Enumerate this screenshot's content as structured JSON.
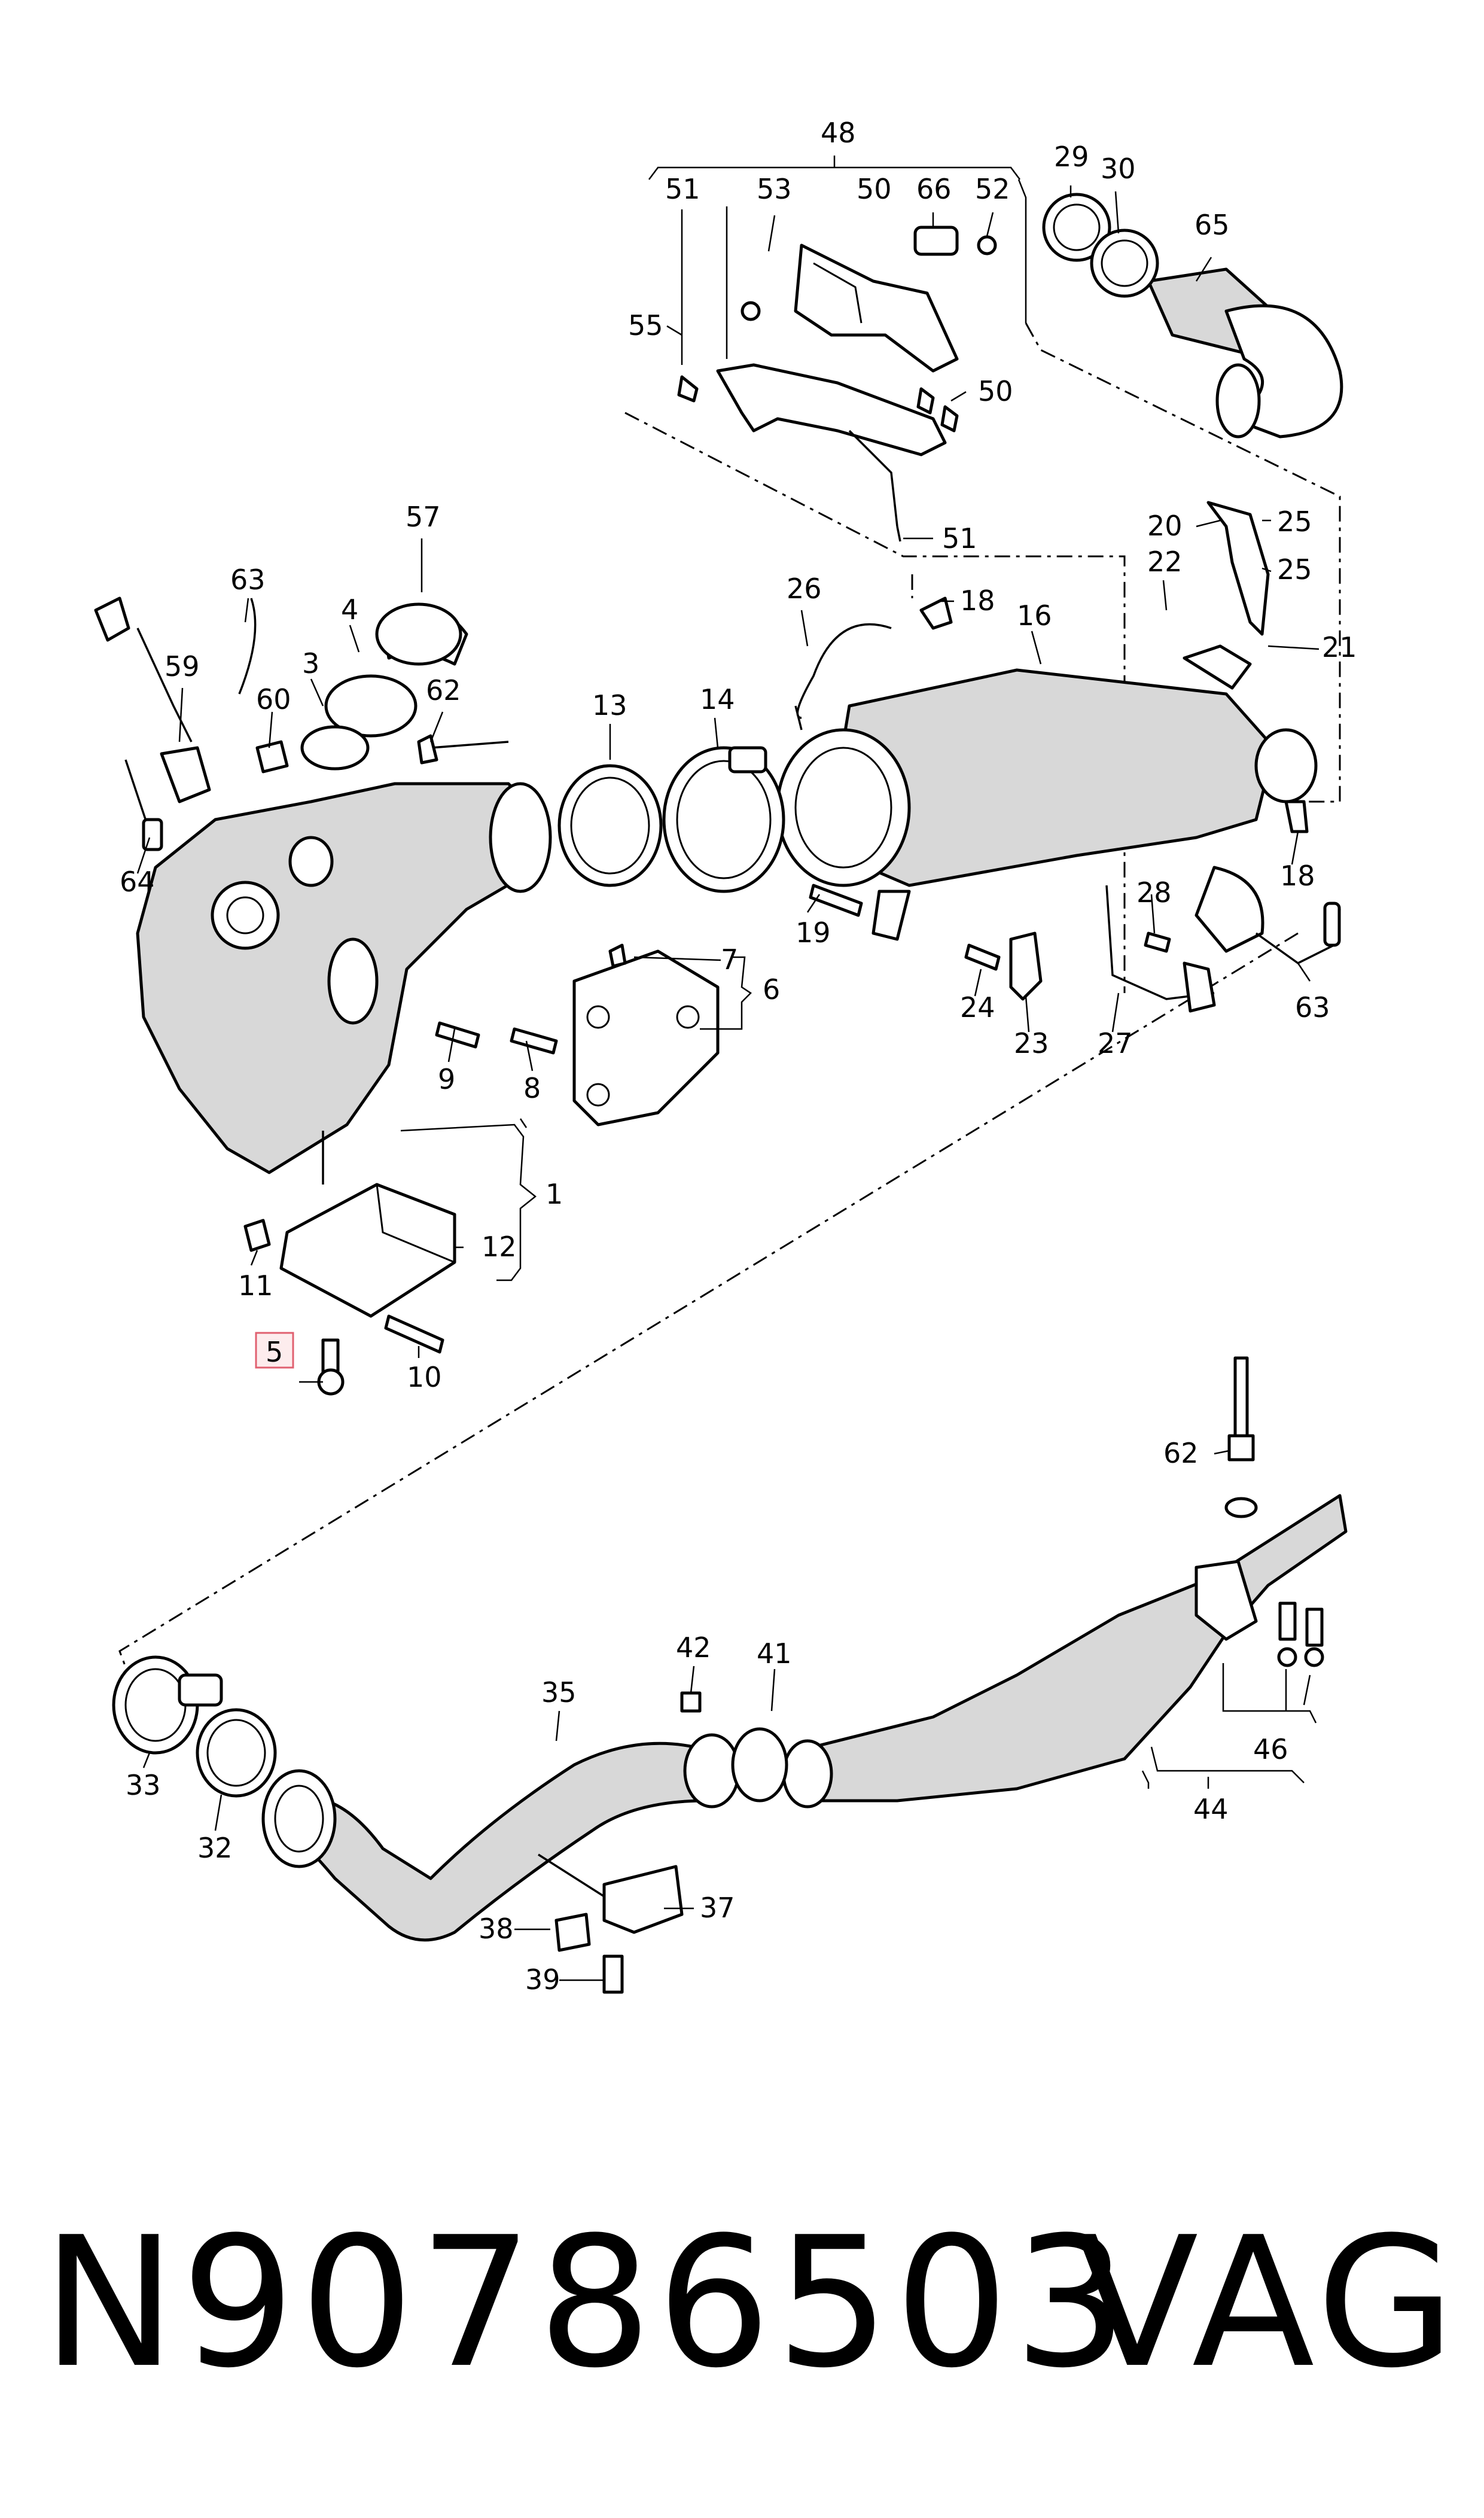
{
  "callouts": {
    "c48": "48",
    "c51a": "51",
    "c53": "53",
    "c50a": "50",
    "c66": "66",
    "c52": "52",
    "c29": "29",
    "c30": "30",
    "c65": "65",
    "c55": "55",
    "c50b": "50",
    "c51b": "51",
    "c57": "57",
    "c63a": "63",
    "c4": "4",
    "c59": "59",
    "c3": "3",
    "c60": "60",
    "c62a": "62",
    "c26": "26",
    "c18a": "18",
    "c16": "16",
    "c20": "20",
    "c25a": "25",
    "c22": "22",
    "c25b": "25",
    "c21": "21",
    "c13": "13",
    "c14": "14",
    "c64": "64",
    "c18b": "18",
    "c19": "19",
    "c28": "28",
    "c7": "7",
    "c6": "6",
    "c24": "24",
    "c63b": "63",
    "c9": "9",
    "c8": "8",
    "c23": "23",
    "c27": "27",
    "c1": "1",
    "c12": "12",
    "c11": "11",
    "c5": "5",
    "c10": "10",
    "c62b": "62",
    "c42": "42",
    "c41": "41",
    "c35": "35",
    "c33": "33",
    "c32": "32",
    "c46": "46",
    "c44": "44",
    "c38": "38",
    "c37": "37",
    "c39": "39"
  },
  "highlighted_callout": "5",
  "footer": {
    "part_number": "N90786503",
    "brand": "VAG"
  },
  "colors": {
    "line": "#000000",
    "highlight_fill": "#fdeced",
    "highlight_border": "#e06070"
  }
}
